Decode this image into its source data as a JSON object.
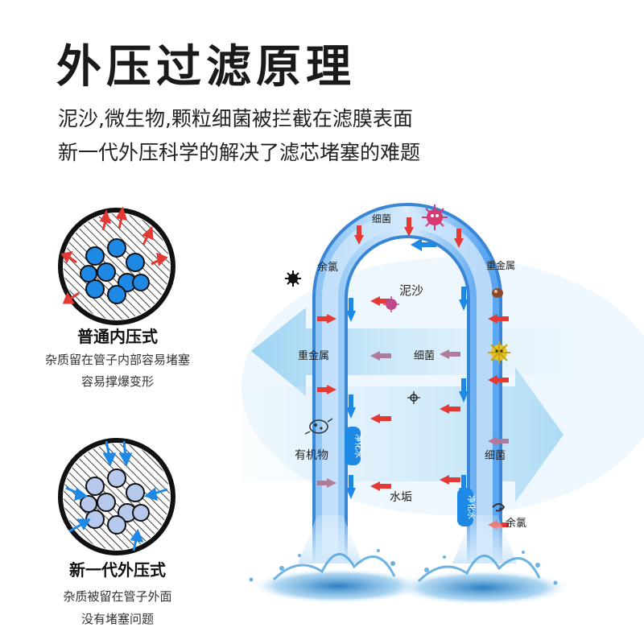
{
  "header": {
    "title": "外压过滤原理",
    "subtitle_line1": "泥沙,微生物,颗粒细菌被拦截在滤膜表面",
    "subtitle_line2": "新一代外压科学的解决了滤芯堵塞的难题"
  },
  "left_panel": {
    "type1": {
      "name": "普通内压式",
      "desc_line1": "杂质留在管子内部容易堵塞",
      "desc_line2": "容易撑爆变形"
    },
    "type2": {
      "name": "新一代外压式",
      "desc_line1": "杂质被留在管子外面",
      "desc_line2": "没有堵塞问题"
    }
  },
  "diagram_labels": {
    "bacteria_top": "细菌",
    "heavy_metal_top": "重金属",
    "residual_chlorine_left": "余氯",
    "sand": "泥沙",
    "heavy_metal_left": "重金属",
    "bacteria_mid": "细菌",
    "organic": "有机物",
    "bacteria_right": "细菌",
    "scale": "水垢",
    "residual_chlorine_right": "余氯",
    "purified_left": "净化水",
    "purified_right": "净化水"
  },
  "colors": {
    "dark_circle_fill": "#1e88e5",
    "light_circle_fill": "#b7c9ec",
    "red_arrow": "#e53935",
    "blue_arrow": "#1e88e5",
    "tube_blue": "#5aa6f0",
    "big_arrow_light": "#bfe3f7"
  }
}
